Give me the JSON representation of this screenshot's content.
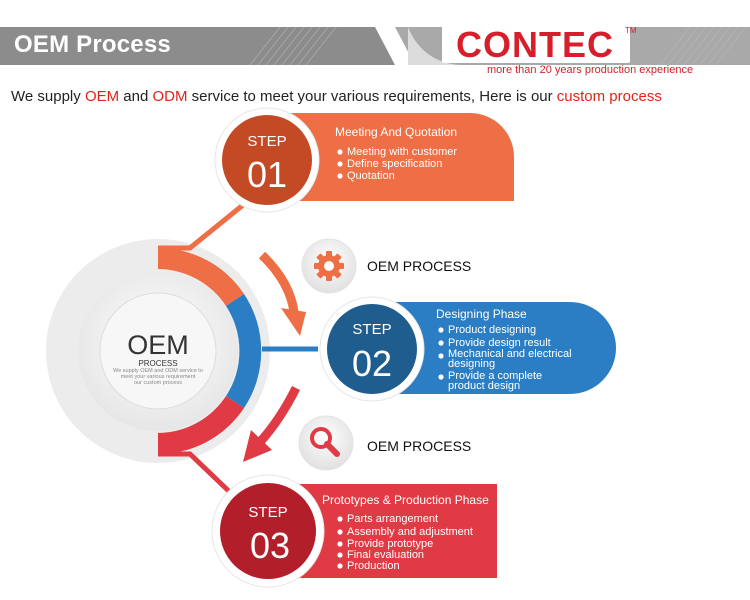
{
  "header": {
    "title": "OEM Process",
    "brand": "CONTEC",
    "brand_tm": "TM",
    "tagline": "more than 20 years production experience"
  },
  "intro": {
    "part1": "We supply ",
    "oem": "OEM",
    "part2": " and ",
    "odm": "ODM",
    "part3": " service to  meet your various requirements, Here is our ",
    "custom": "custom process"
  },
  "center": {
    "title": "OEM",
    "subtitle": "PROCESS",
    "small_text_1": "We supply OEM and ODM service to",
    "small_text_2": "meet your various requirement",
    "small_text_3": "our custom process"
  },
  "steps": [
    {
      "label": "STEP",
      "number": "01",
      "title": "Meeting And Quotation",
      "color": "#ee6e45",
      "circle_color": "#c44a26",
      "items": [
        "Meeting with customer",
        "Define specification",
        "Quotation"
      ]
    },
    {
      "label": "STEP",
      "number": "02",
      "title": "Designing Phase",
      "color": "#2b7ec3",
      "circle_color": "#1f5d8f",
      "items": [
        "Product designing",
        "Provide design  result",
        "Mechanical and electrical designing",
        "Provide a complete product design"
      ]
    },
    {
      "label": "STEP",
      "number": "03",
      "title": "Prototypes & Production Phase",
      "color": "#e03a44",
      "circle_color": "#b21f2b",
      "items": [
        "Parts arrangement",
        "Assembly and adjustment",
        "Provide prototype",
        "Final evaluation",
        "Production"
      ]
    }
  ],
  "connectors": [
    {
      "label": "OEM PROCESS",
      "icon": "gear-icon",
      "icon_color": "#ee6e45"
    },
    {
      "label": "OEM PROCESS",
      "icon": "magnifier-icon",
      "icon_color": "#e03a44"
    }
  ]
}
